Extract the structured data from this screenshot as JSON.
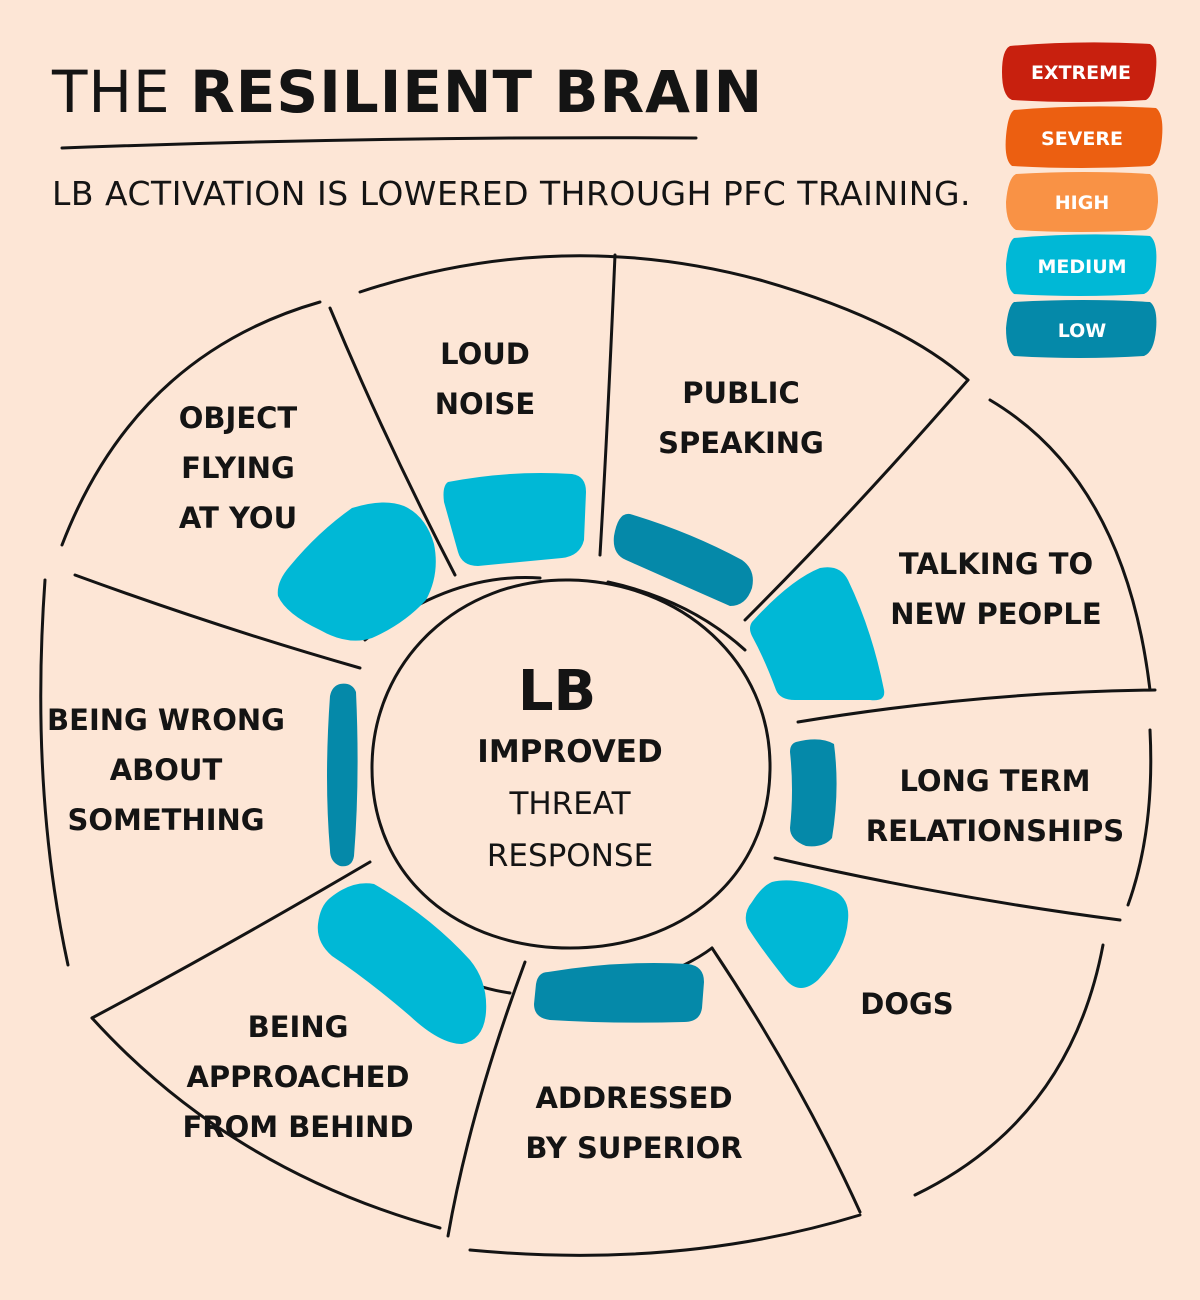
{
  "title": {
    "prefix": "THE",
    "emphasis": "RESILIENT BRAIN"
  },
  "subtitle": "LB ACTIVATION IS LOWERED THROUGH PFC TRAINING.",
  "colors": {
    "background": "#fde6d6",
    "extreme": "#c8200e",
    "severe": "#ec5f11",
    "high": "#f99245",
    "medium": "#00b8d6",
    "low": "#0589a9",
    "ink": "#141414"
  },
  "legend": [
    {
      "label": "EXTREME",
      "level": "extreme"
    },
    {
      "label": "SEVERE",
      "level": "severe"
    },
    {
      "label": "HIGH",
      "level": "high"
    },
    {
      "label": "MEDIUM",
      "level": "medium"
    },
    {
      "label": "LOW",
      "level": "low"
    }
  ],
  "center": {
    "title": "LB",
    "line1": "IMPROVED",
    "line2": "THREAT",
    "line3": "RESPONSE"
  },
  "segments": [
    {
      "lines": [
        "LOUD",
        "NOISE"
      ],
      "level": "medium"
    },
    {
      "lines": [
        "PUBLIC",
        "SPEAKING"
      ],
      "level": "low"
    },
    {
      "lines": [
        "TALKING TO",
        "NEW PEOPLE"
      ],
      "level": "medium"
    },
    {
      "lines": [
        "LONG TERM",
        "RELATIONSHIPS"
      ],
      "level": "low"
    },
    {
      "lines": [
        "DOGS"
      ],
      "level": "medium"
    },
    {
      "lines": [
        "ADDRESSED",
        "BY SUPERIOR"
      ],
      "level": "low"
    },
    {
      "lines": [
        "BEING",
        "APPROACHED",
        "FROM BEHIND"
      ],
      "level": "medium"
    },
    {
      "lines": [
        "BEING WRONG",
        "ABOUT",
        "SOMETHING"
      ],
      "level": "low"
    },
    {
      "lines": [
        "OBJECT",
        "FLYING",
        "AT YOU"
      ],
      "level": "medium"
    }
  ]
}
